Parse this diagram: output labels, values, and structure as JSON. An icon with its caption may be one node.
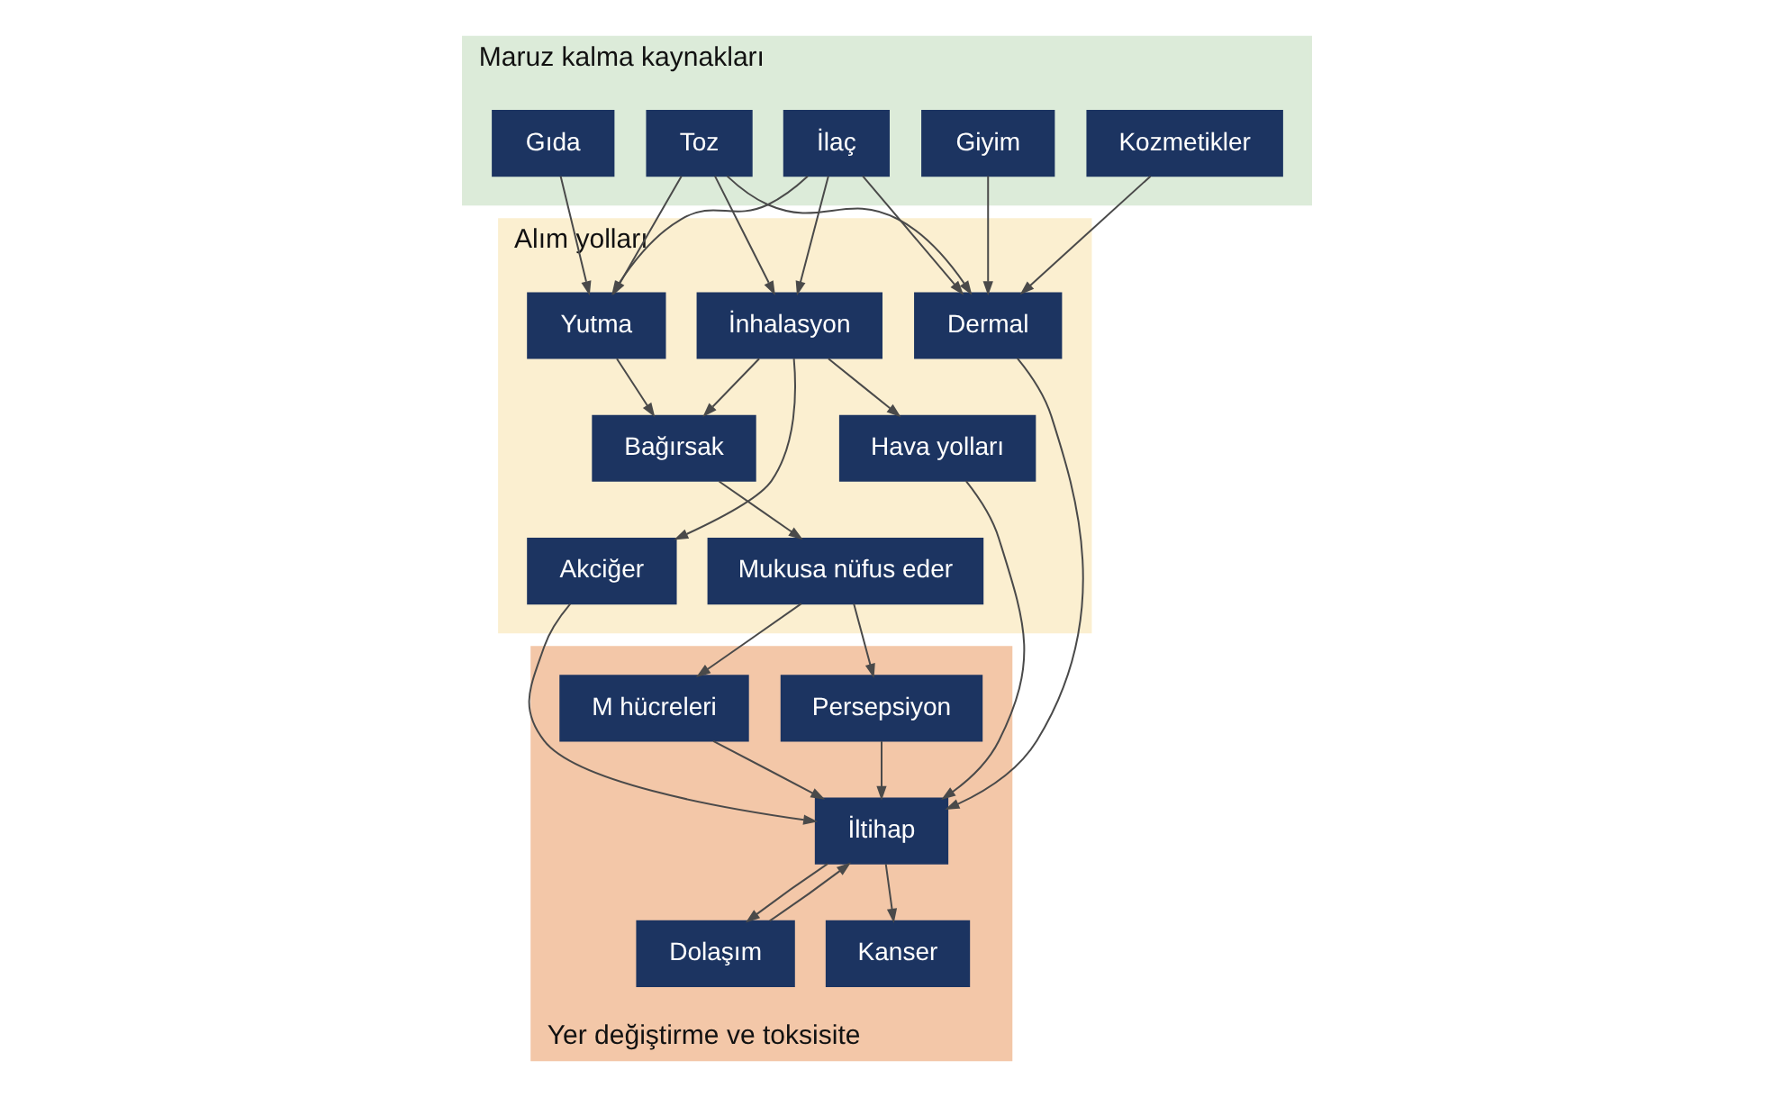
{
  "diagram": {
    "nodes": [
      {
        "text": [
          "Maruz kalma kaynakları"
        ]
      },
      {
        "text": [
          "Kozmetikler"
        ],
        "in": 0
      },
      {
        "text": [
          "Giyim"
        ],
        "in": 0
      },
      {
        "text": [
          "İlaç"
        ],
        "in": 0
      },
      {
        "text": [
          "Toz"
        ],
        "in": 0
      },
      {
        "text": [
          "Gıda"
        ],
        "in": 0
      },
      {
        "text": [
          "Alım yolları"
        ]
      },
      {
        "text": [
          "Dermal"
        ],
        "in": 6
      },
      {
        "text": [
          "İnhalasyon"
        ],
        "in": 6
      },
      {
        "text": [
          "Yutma"
        ],
        "in": 6
      },
      {
        "text": [
          "Akciğer"
        ],
        "in": 6
      },
      {
        "text": [
          "Hava yolları"
        ],
        "in": 6
      },
      {
        "text": [
          "Bağırsak"
        ],
        "in": 6
      },
      {
        "text": [
          "Mukusa nüfus eder"
        ],
        "in": 6
      },
      {
        "text": [
          "Yer değiştirme ve toksisite"
        ]
      },
      {
        "text": [
          "M hücreleri"
        ],
        "in": 14
      },
      {
        "text": [
          "Persepsiyon"
        ],
        "in": 14
      },
      {
        "text": [
          "İltihap"
        ],
        "in": 14
      },
      {
        "text": [
          "Dolaşım"
        ],
        "in": 14
      },
      {
        "text": [
          "Kanser"
        ],
        "in": 14
      }
    ],
    "edges": [
      {
        "from": 1,
        "to": 7,
        "arrow": "to"
      },
      {
        "from": 2,
        "to": 7,
        "arrow": "to"
      },
      {
        "from": 3,
        "to": 7,
        "arrow": "to"
      },
      {
        "from": 3,
        "to": 8,
        "arrow": "to"
      },
      {
        "from": 3,
        "to": 9,
        "arrow": "to"
      },
      {
        "from": 4,
        "to": 7,
        "arrow": "to"
      },
      {
        "from": 4,
        "to": 8,
        "arrow": "to"
      },
      {
        "from": 4,
        "to": 9,
        "arrow": "to"
      },
      {
        "from": 5,
        "to": 9,
        "arrow": "to"
      },
      {
        "from": 8,
        "to": 10,
        "arrow": "to"
      },
      {
        "from": 8,
        "to": 11,
        "arrow": "to"
      },
      {
        "from": 8,
        "to": 12,
        "arrow": "to"
      },
      {
        "from": 9,
        "to": 12,
        "arrow": "to"
      },
      {
        "from": 12,
        "to": 13,
        "arrow": "to"
      },
      {
        "from": 13,
        "to": 15,
        "arrow": "to"
      },
      {
        "from": 13,
        "to": 16,
        "arrow": "to"
      },
      {
        "from": 7,
        "to": 17,
        "arrow": "to"
      },
      {
        "from": 10,
        "to": 17,
        "arrow": "to"
      },
      {
        "from": 11,
        "to": 17,
        "arrow": "to"
      },
      {
        "from": 15,
        "to": 17,
        "arrow": "to"
      },
      {
        "from": 16,
        "to": 17,
        "arrow": "to"
      },
      {
        "from": 17,
        "to": 18,
        "arrow": "to"
      },
      {
        "from": 17,
        "to": 19,
        "arrow": "to"
      },
      {
        "from": 18,
        "to": 17,
        "arrow": "to"
      }
    ]
  }
}
